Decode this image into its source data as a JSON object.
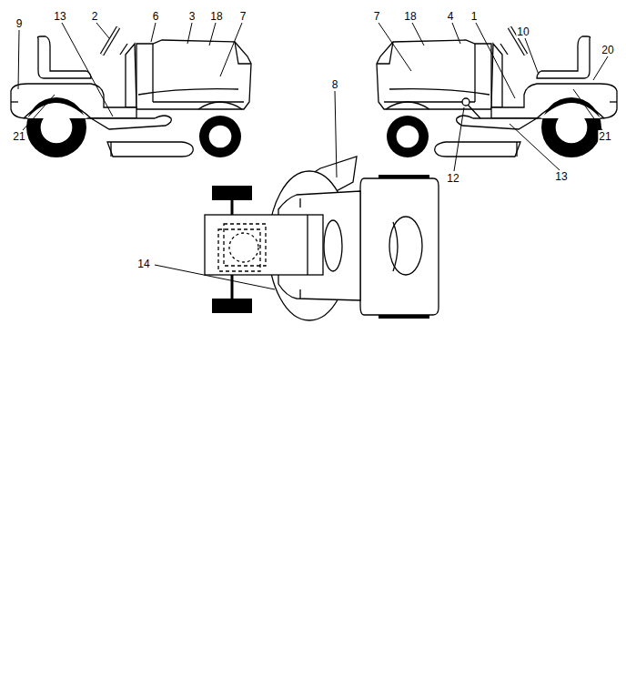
{
  "diagram": {
    "labels": [
      "9",
      "13",
      "2",
      "6",
      "3",
      "18",
      "7",
      "21",
      "7",
      "18",
      "4",
      "1",
      "10",
      "20",
      "12",
      "13",
      "21",
      "8",
      "14"
    ]
  }
}
